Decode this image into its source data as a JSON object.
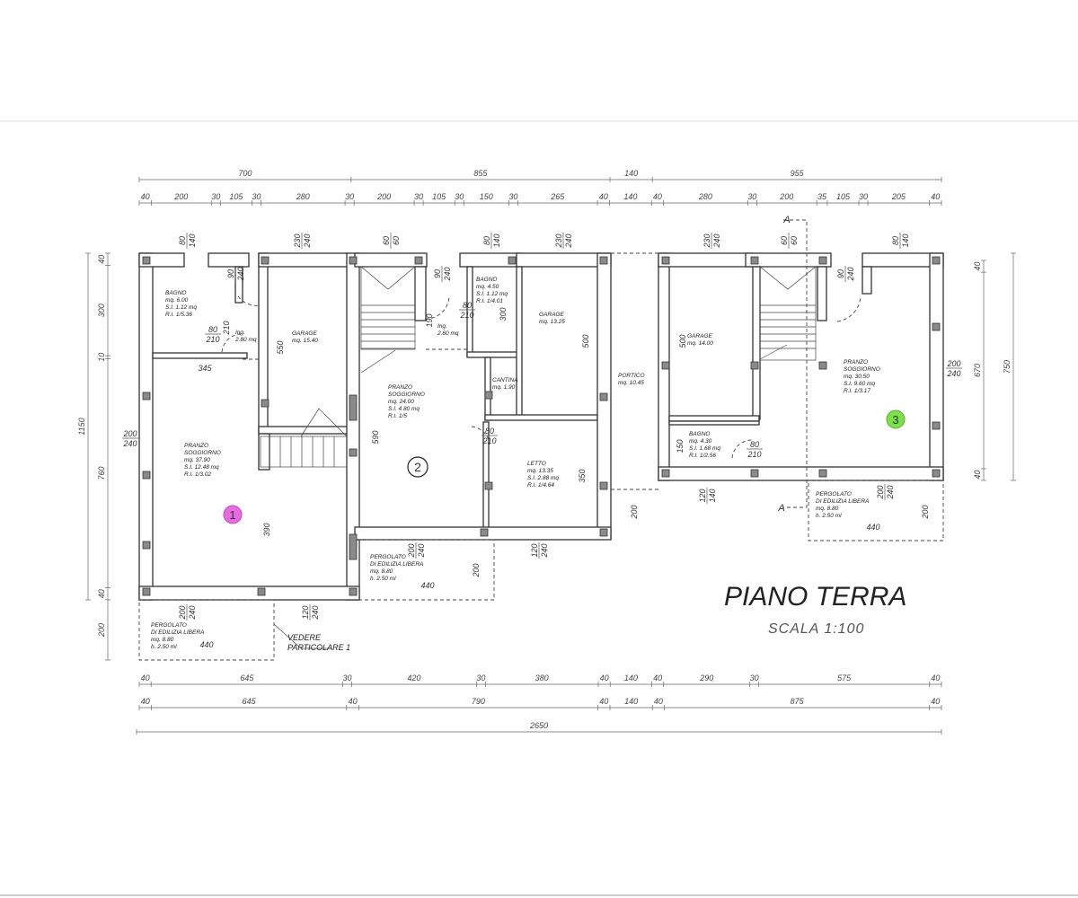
{
  "title": "PIANO TERRA",
  "scale": "SCALA 1:100",
  "section_mark": "A",
  "dimensions": {
    "top_overall": [
      "700",
      "855",
      "140",
      "955"
    ],
    "top_detail": [
      "40",
      "200",
      "30",
      "105",
      "30",
      "280",
      "30",
      "200",
      "30",
      "105",
      "30",
      "150",
      "30",
      "265",
      "40",
      "140",
      "40",
      "280",
      "30",
      "200",
      "35",
      "105",
      "30",
      "205",
      "40"
    ],
    "bottom_detail": [
      "40",
      "645",
      "30",
      "420",
      "30",
      "380",
      "40",
      "140",
      "40",
      "290",
      "30",
      "575",
      "40"
    ],
    "bottom_walls": [
      "40",
      "645",
      "40",
      "790",
      "40",
      "140",
      "40",
      "875",
      "40"
    ],
    "total": "2650",
    "left_detail": [
      "40",
      "300",
      "10",
      "760",
      "40",
      "200"
    ],
    "left_overall": "1150",
    "right_detail": [
      "40",
      "670",
      "40"
    ],
    "right_overall": "750"
  },
  "units": [
    {
      "number": "1",
      "color": "#e76be0"
    },
    {
      "number": "2",
      "color": "#ffffff"
    },
    {
      "number": "3",
      "color": "#7be04a"
    }
  ],
  "rooms": [
    {
      "lines": [
        "BAGNO",
        "mq. 6.00",
        "S.I. 1.12 mq",
        "R.I. 1/5.36"
      ]
    },
    {
      "lines": [
        "Ing.",
        "2.80 mq"
      ]
    },
    {
      "lines": [
        "GARAGE",
        "mq. 15.40"
      ]
    },
    {
      "lines": [
        "PRANZO",
        "SOGGIORNO",
        "mq. 37.90",
        "S.I. 12.48 mq",
        "R.I. 1/3.02"
      ]
    },
    {
      "lines": [
        "PERGOLATO",
        "DI EDILIZIA LIBERA",
        "mq. 8.80",
        "h. 2.50 ml"
      ]
    },
    {
      "lines": [
        "BAGNO",
        "mq. 4.50",
        "S.I. 1.12 mq",
        "R.I. 1/4.01"
      ]
    },
    {
      "lines": [
        "Ing.",
        "2.60 mq"
      ]
    },
    {
      "lines": [
        "GARAGE",
        "mq. 13.25"
      ]
    },
    {
      "lines": [
        "CANTINA",
        "mq. 1.90"
      ]
    },
    {
      "lines": [
        "PRANZO",
        "SOGGIORNO",
        "mq. 24.00",
        "S.I. 4.80 mq",
        "R.I. 1/5"
      ]
    },
    {
      "lines": [
        "LETTO",
        "mq. 13.35",
        "S.I. 2.88 mq",
        "R.I. 1/4.64"
      ]
    },
    {
      "lines": [
        "PORTICO",
        "mq. 10.45"
      ]
    },
    {
      "lines": [
        "PERGOLATO",
        "DI EDILIZIA LIBERA",
        "mq. 8.80",
        "h. 2.50 ml"
      ]
    },
    {
      "lines": [
        "GARAGE",
        "mq. 14.00"
      ]
    },
    {
      "lines": [
        "BAGNO",
        "mq. 4.30",
        "S.I. 1.68 mq",
        "R.I. 1/2.56"
      ]
    },
    {
      "lines": [
        "PRANZO",
        "SOGGIORNO",
        "mq. 30.50",
        "S.I. 9.60 mq",
        "R.I. 1/3.17"
      ]
    },
    {
      "lines": [
        "PERGOLATO",
        "DI EDILIZIA LIBERA",
        "mq. 8.80",
        "h. 2.50 ml"
      ]
    }
  ],
  "annotations": [
    {
      "top": "80",
      "bottom": "140"
    },
    {
      "top": "230",
      "bottom": "240"
    },
    {
      "top": "60",
      "bottom": "60"
    },
    {
      "top": "90",
      "bottom": "240"
    },
    {
      "top": "80",
      "bottom": "210"
    },
    {
      "text": "210"
    },
    {
      "text": "345"
    },
    {
      "text": "550"
    },
    {
      "top": "200",
      "bottom": "240"
    },
    {
      "text": "390"
    },
    {
      "top": "200",
      "bottom": "240"
    },
    {
      "top": "120",
      "bottom": "240"
    },
    {
      "text": "440"
    },
    {
      "top": "90",
      "bottom": "240"
    },
    {
      "top": "80",
      "bottom": "140"
    },
    {
      "top": "80",
      "bottom": "210"
    },
    {
      "text": "300"
    },
    {
      "top": "230",
      "bottom": "240"
    },
    {
      "text": "190"
    },
    {
      "text": "500"
    },
    {
      "text": "590"
    },
    {
      "top": "80",
      "bottom": "210"
    },
    {
      "text": "350"
    },
    {
      "text": "200"
    },
    {
      "top": "200",
      "bottom": "240"
    },
    {
      "top": "120",
      "bottom": "240"
    },
    {
      "text": "200"
    },
    {
      "text": "440"
    },
    {
      "top": "230",
      "bottom": "240"
    },
    {
      "top": "60",
      "bottom": "60"
    },
    {
      "top": "80",
      "bottom": "140"
    },
    {
      "top": "90",
      "bottom": "240"
    },
    {
      "text": "500"
    },
    {
      "top": "200",
      "bottom": "240"
    },
    {
      "text": "150"
    },
    {
      "top": "80",
      "bottom": "210"
    },
    {
      "top": "120",
      "bottom": "140"
    },
    {
      "top": "200",
      "bottom": "240"
    },
    {
      "text": "200"
    },
    {
      "text": "440"
    }
  ],
  "detail_note": [
    "VEDERE",
    "PARTICOLARE 1"
  ]
}
